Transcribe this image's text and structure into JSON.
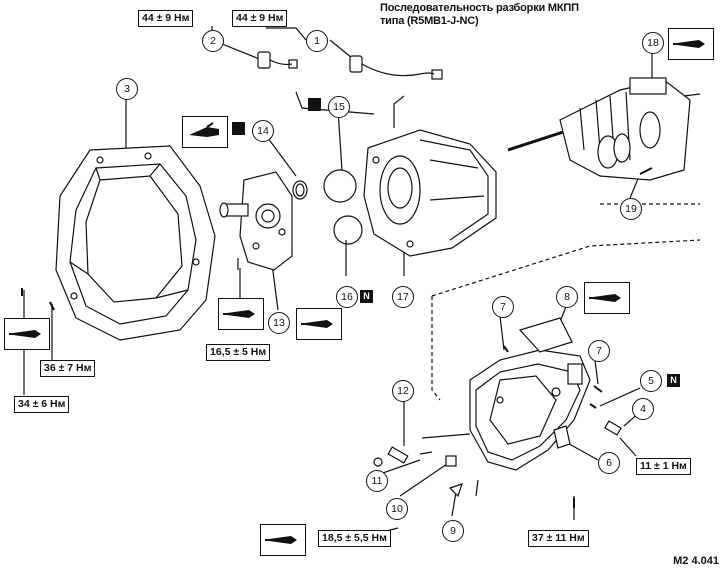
{
  "title": {
    "line1": "Последовательность разборки МКПП",
    "line2": "типа (R5MB1-J-NC)"
  },
  "callouts": {
    "c1": "1",
    "c2": "2",
    "c3": "3",
    "c4": "4",
    "c5": "5",
    "c6": "6",
    "c7a": "7",
    "c7b": "7",
    "c8": "8",
    "c9": "9",
    "c10": "10",
    "c11": "11",
    "c12": "12",
    "c13": "13",
    "c14": "14",
    "c15": "15",
    "c16": "16",
    "c17": "17",
    "c18": "18",
    "c19": "19"
  },
  "torques": {
    "t_sensor2": "44 ± 9 Нм",
    "t_sensor1": "44 ± 9 Нм",
    "t_bell_lower": "36 ± 7 Нм",
    "t_bell_bolt": "34 ± 6 Нм",
    "t_retainer": "16,5 ± 5 Нм",
    "t_plug4": "11 ± 1 Нм",
    "t_bolt10": "18,5 ± 5,5 Нм",
    "t_bolt6": "37 ± 11 Нм"
  },
  "badges": {
    "n5": "N",
    "n16": "N"
  },
  "figure_code": "M2 4.041",
  "icons": {
    "sealant": "sealant-tube-icon",
    "grease": "grease-gun-icon",
    "square": "square-symbol-icon",
    "new_part": "new-part-icon"
  }
}
